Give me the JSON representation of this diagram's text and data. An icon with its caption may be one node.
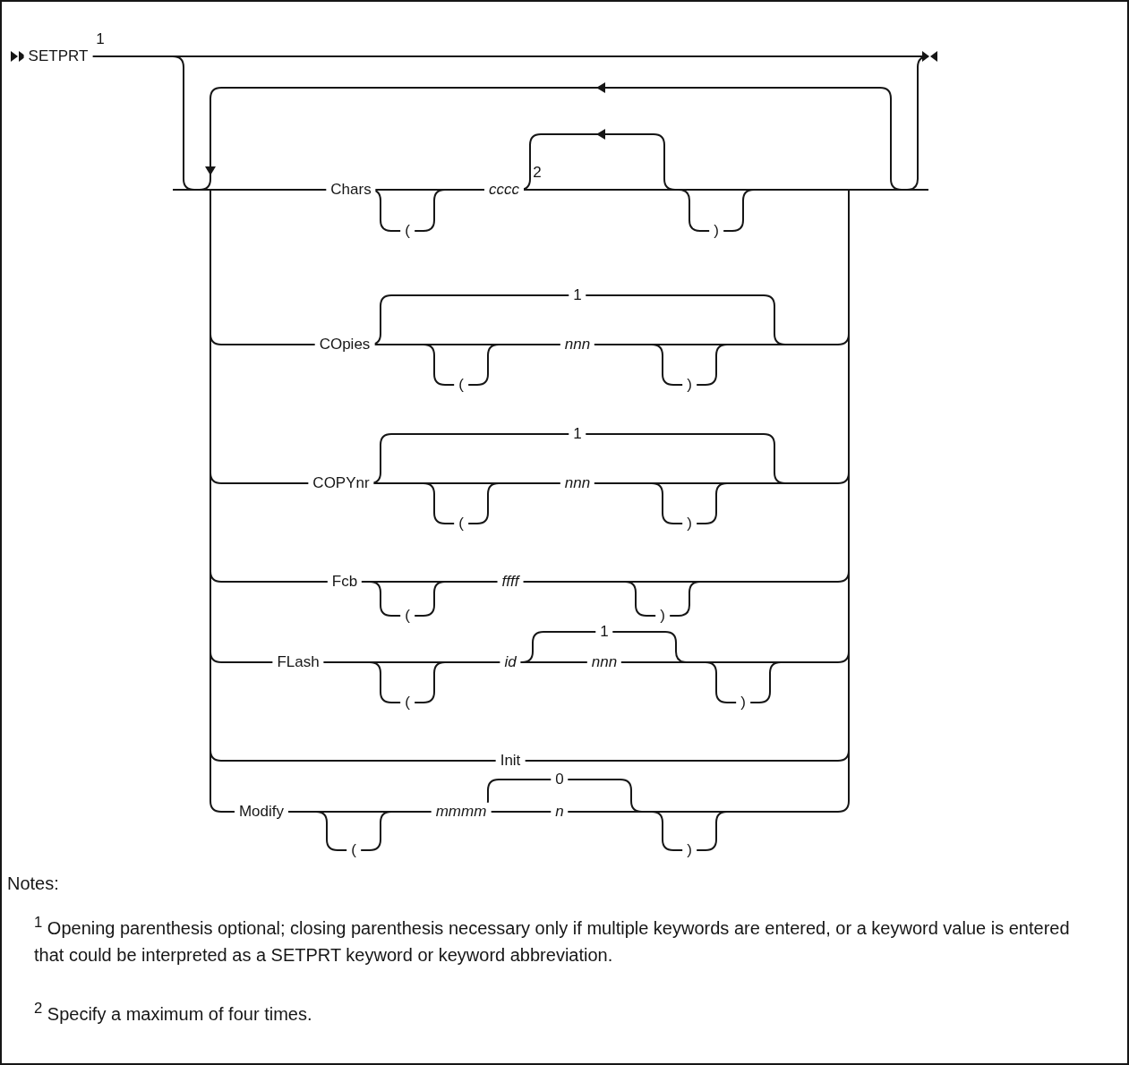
{
  "diagram": {
    "labels": [
      "SETPRT",
      "1",
      "Chars",
      "(",
      "cccc",
      "2",
      ")",
      "COpies",
      "1",
      "(",
      "nnn",
      ")",
      "COPYnr",
      "1",
      "(",
      "nnn",
      ")",
      "Fcb",
      "(",
      "ffff",
      ")",
      "FLash",
      "(",
      "id",
      "1",
      "nnn",
      ")",
      "Init",
      "Modify",
      "(",
      "mmmm",
      "0",
      "n",
      ")",
      "Notes:",
      "$^{1}$ Opening parenthesis optional; closing parenthesis necessary only if multiple keywords are entered, or a keyword value is entered that could be interpreted as a SETPRT keyword or keyword abbreviation.",
      "$^{2}$ Specify a maximum of four times."
    ]
  }
}
